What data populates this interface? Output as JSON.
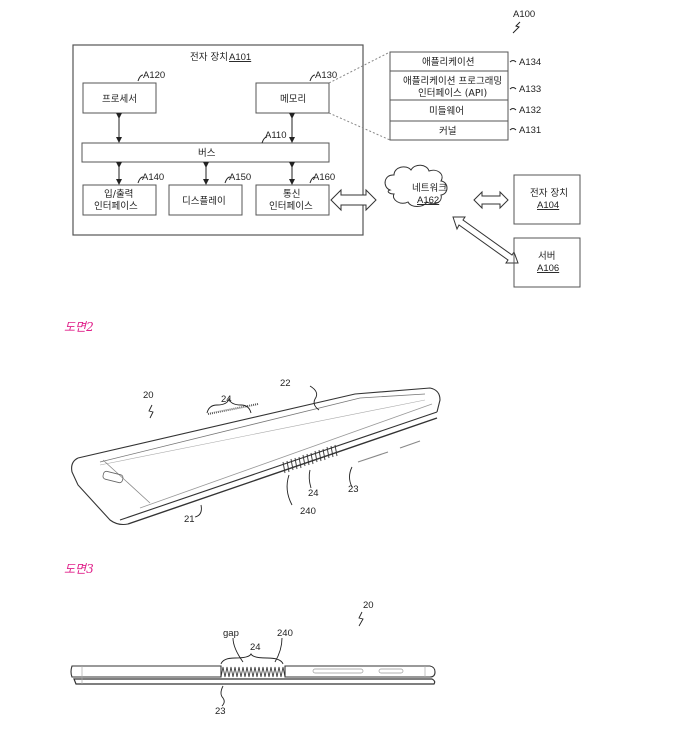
{
  "figure1": {
    "system_label": "A100",
    "device": {
      "title": "전자 장치",
      "ref": "A101"
    },
    "processor": {
      "label": "프로세서",
      "ref": "A120"
    },
    "memory": {
      "label": "메모리",
      "ref": "A130"
    },
    "bus": {
      "label": "버스",
      "ref": "A110"
    },
    "io_interface": {
      "label_line1": "입/출력",
      "label_line2": "인터페이스",
      "ref": "A140"
    },
    "display": {
      "label": "디스플레이",
      "ref": "A150"
    },
    "comm_interface": {
      "label_line1": "통신",
      "label_line2": "인터페이스",
      "ref": "A160"
    },
    "stack": [
      {
        "label": "애플리케이션",
        "ref": "A134"
      },
      {
        "label_line1": "애플리케이션 프로그래밍",
        "label_line2": "인터페이스 (API)",
        "ref": "A133"
      },
      {
        "label": "미들웨어",
        "ref": "A132"
      },
      {
        "label": "커널",
        "ref": "A131"
      }
    ],
    "network": {
      "label": "네트워크",
      "ref": "A162"
    },
    "external_device": {
      "label": "전자 장치",
      "ref": "A104"
    },
    "server": {
      "label": "서버",
      "ref": "A106"
    }
  },
  "figure2": {
    "title": "도면2",
    "refs": {
      "device": "20",
      "hinge_top": "24",
      "screen": "22",
      "front": "21",
      "hinge": "24",
      "slits": "240",
      "frame": "23"
    }
  },
  "figure3": {
    "title": "도면3",
    "refs": {
      "device": "20",
      "gap": "gap",
      "hinge": "24",
      "slits": "240",
      "frame": "23"
    }
  },
  "colors": {
    "figure_title": "#e0208a",
    "line": "#333333"
  }
}
